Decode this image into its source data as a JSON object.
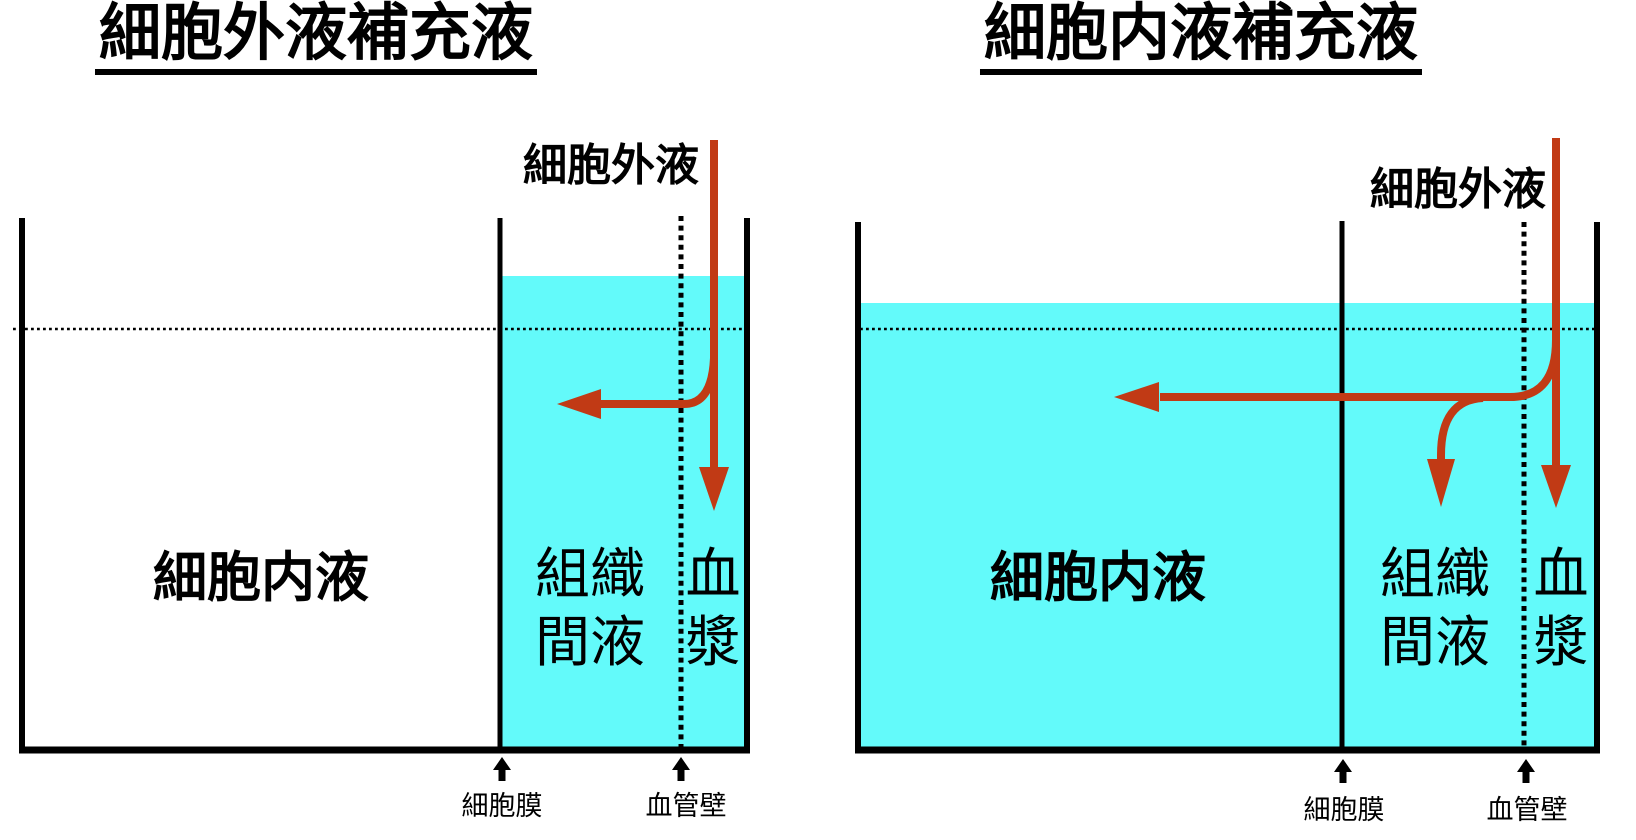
{
  "colors": {
    "fluid": "#63FAFA",
    "arrow": "#C13A15",
    "line": "#000000"
  },
  "left_panel": {
    "title": "細胞外液補充液",
    "ecf_label": "細胞外液",
    "icf_label": "細胞内液",
    "interstitial_line1": "組織",
    "interstitial_line2": "間液",
    "plasma_line1": "血",
    "plasma_line2": "漿",
    "membrane_label": "細胞膜",
    "vessel_label": "血管壁"
  },
  "right_panel": {
    "title": "細胞内液補充液",
    "ecf_label": "細胞外液",
    "icf_label": "細胞内液",
    "interstitial_line1": "組織",
    "interstitial_line2": "間液",
    "plasma_line1": "血",
    "plasma_line2": "漿",
    "membrane_label": "細胞膜",
    "vessel_label": "血管壁"
  }
}
